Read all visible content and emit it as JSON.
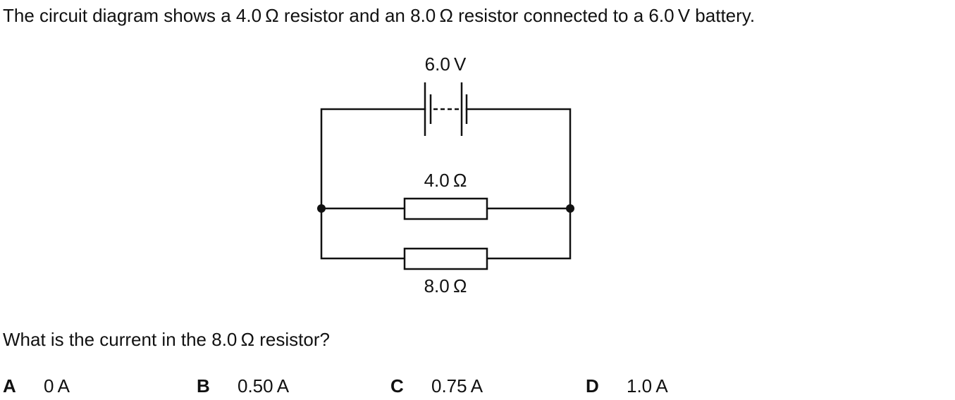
{
  "question": {
    "intro": "The circuit diagram shows a 4.0 Ω resistor and an 8.0 Ω resistor connected to a 6.0 V battery.",
    "prompt": "What is the current in the 8.0 Ω resistor?"
  },
  "diagram": {
    "battery_label": "6.0 V",
    "resistor_top_label": "4.0 Ω",
    "resistor_bottom_label": "8.0 Ω"
  },
  "options": [
    {
      "letter": "A",
      "value": "0 A"
    },
    {
      "letter": "B",
      "value": "0.50 A"
    },
    {
      "letter": "C",
      "value": "0.75 A"
    },
    {
      "letter": "D",
      "value": "1.0 A"
    }
  ]
}
